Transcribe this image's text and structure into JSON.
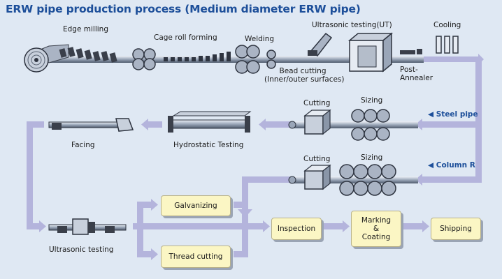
{
  "title": "ERW pipe production process (Medium diameter ERW pipe)",
  "labels": {
    "edge_milling": "Edge milling",
    "cage_roll_forming": "Cage roll forming",
    "welding": "Welding",
    "ut_top": "Ultrasonic testing(UT)",
    "cooling": "Cooling",
    "bead_cutting_1": "Bead cutting",
    "bead_cutting_2": "(Inner/outer surfaces)",
    "post_annealer_1": "Post-",
    "post_annealer_2": "Annealer",
    "cutting_1": "Cutting",
    "sizing_1": "Sizing",
    "steel_pipe": "Steel pipe",
    "hydrostatic": "Hydrostatic Testing",
    "facing": "Facing",
    "cutting_2": "Cutting",
    "sizing_2": "Sizing",
    "column_r": "Column R",
    "ut_bottom": "Ultrasonic testing"
  },
  "boxes": {
    "galvanizing": "Galvanizing",
    "thread_cutting": "Thread cutting",
    "inspection": "Inspection",
    "marking_1": "Marking",
    "marking_2": "&",
    "marking_3": "Coating",
    "shipping": "Shipping"
  },
  "colors": {
    "background": "#dfe8f3",
    "title": "#1d4f9a",
    "flow": "#b4b4dc",
    "box_fill": "#fbf6c4",
    "machine": "#3a3f4a"
  }
}
